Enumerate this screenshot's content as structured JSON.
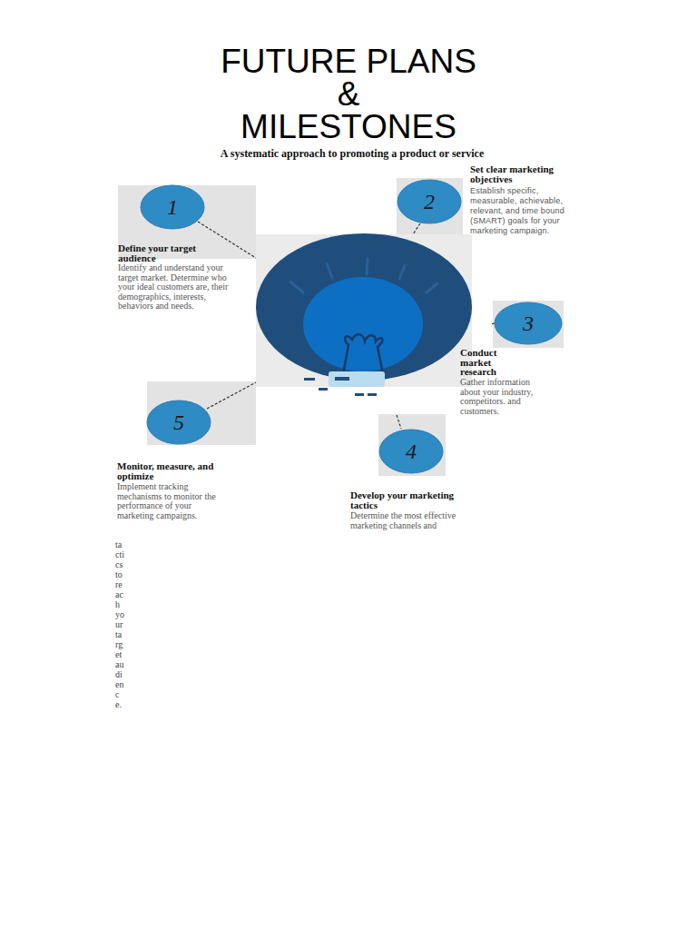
{
  "diagram": {
    "title": "FUTURE PLANS & MILESTONES",
    "nodes": [
      {
        "text": [
          "1",
          "Define your target audience",
          "Identify and understand your target market. Determine who your ideal customers are, their demographics, interests, behaviors and needs."
        ]
      },
      {
        "text": [
          "2",
          "Set clear marketing objectives",
          "Establish specific, measurable, achievable, relevant, and time bound (SMART) goals for your marketing campaign."
        ]
      },
      {
        "text": [
          "3",
          "Conduct market research",
          "Gather information about your industry, competitors. and customers."
        ]
      },
      {
        "text": [
          "4",
          "Develop your marketing tactics",
          "Determine the most effective marketing channels and"
        ]
      },
      {
        "text": [
          "5",
          "Monitor, measure, and optimize",
          "Implement tracking mechanisms to monitor the performance of your marketing campaigns."
        ]
      }
    ],
    "labels": [
      "A systematic approach to promoting a product or service",
      "tactics to reach your target audience."
    ]
  }
}
